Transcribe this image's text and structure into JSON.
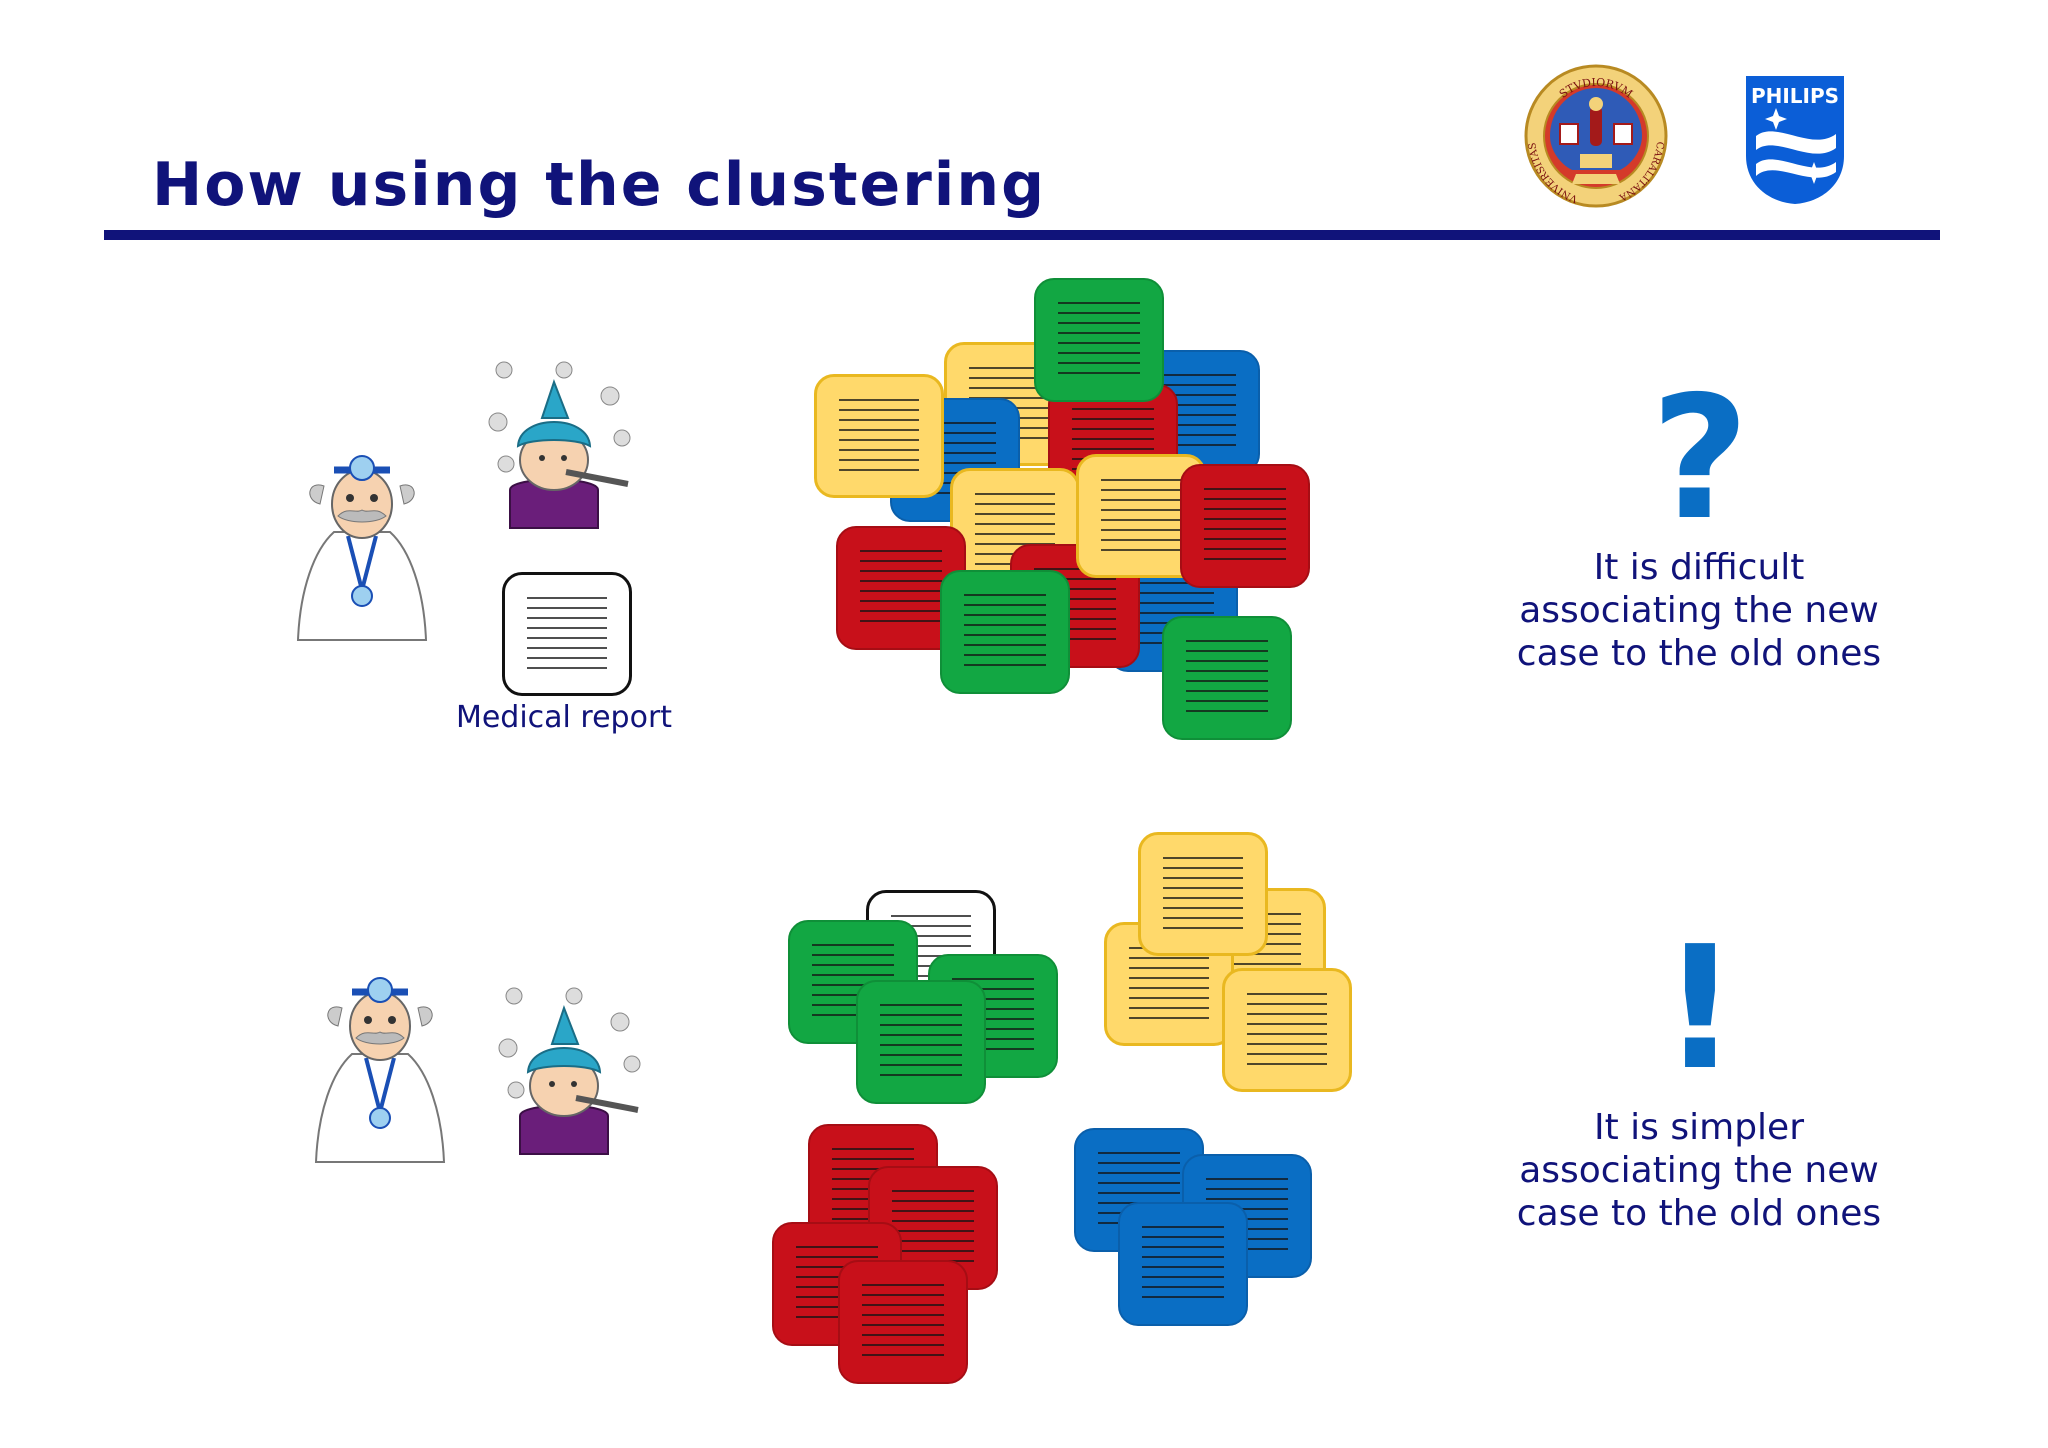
{
  "slide": {
    "title": "How using the clustering"
  },
  "logos": {
    "university": {
      "icon": "university-seal-icon",
      "text_top": "STVDIORVM",
      "text_left": "VNIVERSITAS",
      "text_right": "CARALITANA"
    },
    "philips": {
      "icon": "philips-shield-icon",
      "text": "PHILIPS"
    }
  },
  "top_scene": {
    "report_caption": "Medical report",
    "mark_icon": "question-mark-icon",
    "mark": "?",
    "note": [
      "It is difficult",
      "associating the new",
      "case to the old ones"
    ]
  },
  "bottom_scene": {
    "mark_icon": "exclamation-mark-icon",
    "mark": "!",
    "note": [
      "It is simpler",
      "associating the new",
      "case to the old ones"
    ]
  },
  "colors": {
    "title": "#10137a",
    "accent": "#0a6ec4",
    "doc_yellow": "#ffd96b",
    "doc_blue": "#0a6ec4",
    "doc_red": "#c8101a",
    "doc_green": "#12a743"
  }
}
